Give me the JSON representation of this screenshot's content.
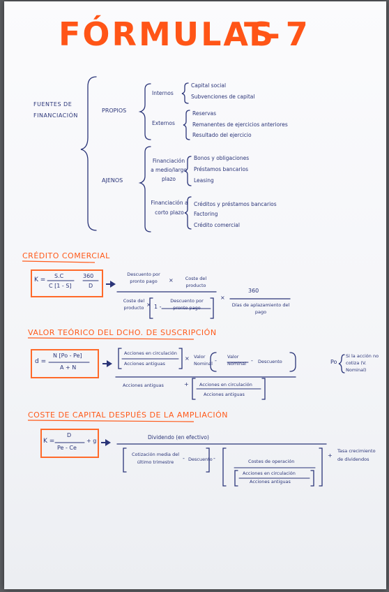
{
  "title": {
    "main": "FÓRMULAS",
    "code": "T-7"
  },
  "fuentes": {
    "root": "FUENTES DE FINANCIACIÓN",
    "propios": "PROPIOS",
    "internos": "Internos",
    "internos_items": [
      "Capital social",
      "Subvenciones de capital"
    ],
    "externos": "Externos",
    "externos_items": [
      "Reservas",
      "Remanentes de ejercicios anteriores",
      "Resultado del ejercicio"
    ],
    "ajenos": "AJENOS",
    "lp_label": "Financiación a medio/largo plazo",
    "lp_items": [
      "Bonos y obligaciones",
      "Préstamos bancarios",
      "Leasing"
    ],
    "cp_label": "Financiación a corto plazo",
    "cp_items": [
      "Créditos y préstamos bancarios",
      "Factoring",
      "Crédito comercial"
    ]
  },
  "credito": {
    "heading": "CRÉDITO COMERCIAL",
    "k": "K =",
    "num": "S.C",
    "den": "C [1 - S]",
    "f360": "360",
    "fD": "D",
    "desc_pronto": "Descuento por pronto pago",
    "coste_producto": "Coste del producto",
    "coste_producto2": "Coste del producto",
    "uno": "1 -",
    "desc_pronto2": "Descuento por pronto pago",
    "n360": "360",
    "dias": "Días de aplazamiento del pago",
    "times": "×"
  },
  "valor": {
    "heading": "VALOR TEÓRICO DEL DCHO. DE SUSCRIPCIÓN",
    "d": "d =",
    "num": "N [Po - Pe]",
    "den": "A + N",
    "acc_circ": "Acciones en circulación",
    "acc_ant": "Acciones antiguas",
    "valor_nominal": "Valor Nominal",
    "valor_nominal2": "Valor Nominal",
    "descuento": "Descuento",
    "acc_ant2": "Acciones antiguas",
    "acc_circ2": "Acciones en circulación",
    "acc_ant3": "Acciones antiguas",
    "side_po": "Po",
    "side_note": "Si la acción no cotiza (V. Nominal)",
    "minus": "-",
    "plus": "+",
    "times": "×"
  },
  "coste": {
    "heading": "COSTE DE CAPITAL DESPUÉS DE LA AMPLIACIÓN",
    "k": "K =",
    "num": "D",
    "den": "Pe - Ce",
    "g": "+ g",
    "dividendo": "Dividendo (en efectivo)",
    "cotizacion": "Cotización media del último trimestre",
    "descuento": "Descuento",
    "costes_op": "Costes de operación",
    "acc_circ": "Acciones en circulación",
    "acc_ant": "Acciones antiguas",
    "tasa": "Tasa crecimiento de dividendos",
    "minus": "-",
    "minus2": "-",
    "plus": "+"
  },
  "colors": {
    "orange": "#ff5517",
    "ink": "#2a3478",
    "paper": "#f7f8fb",
    "backdrop": "#5c5e62"
  }
}
